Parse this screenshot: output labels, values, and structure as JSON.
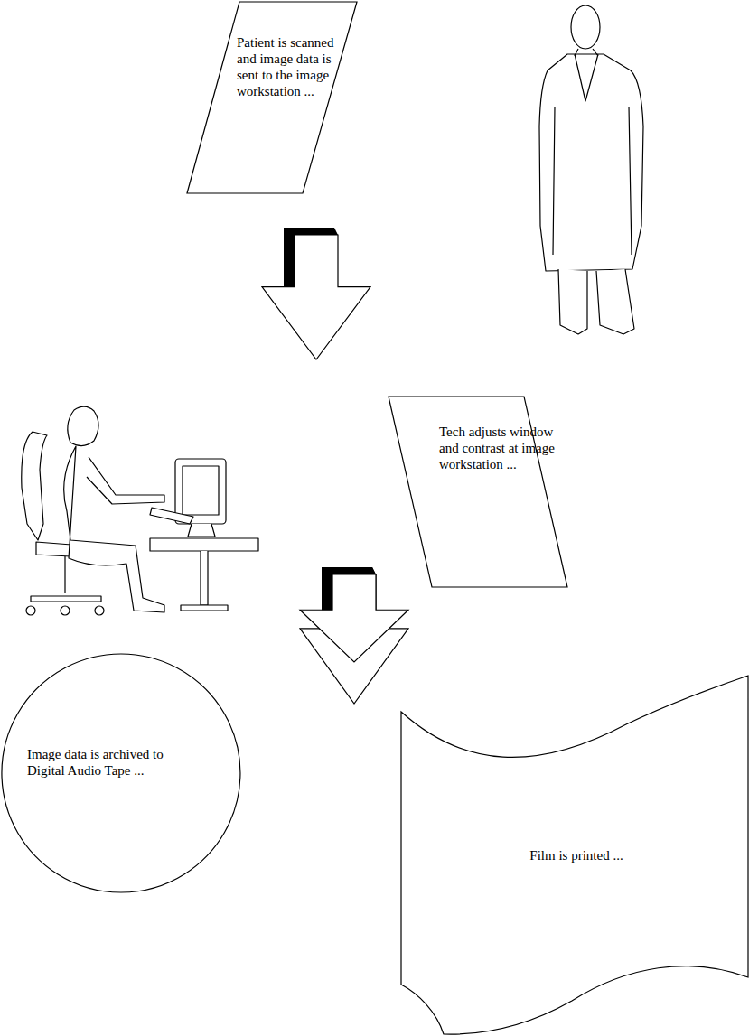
{
  "diagram": {
    "nodes": [
      {
        "text": [
          "Patient is scanned and image data is sent to the image workstation ..."
        ]
      },
      {
        "text": [
          "Tech adjusts window and contrast at image workstation ..."
        ]
      },
      {
        "text": [
          "Image data is archived to Digital Audio Tape ..."
        ]
      },
      {
        "text": [
          "Film is printed ..."
        ]
      }
    ],
    "edges": [
      {
        "from": 0,
        "to": 1,
        "arrow": "to"
      },
      {
        "from": 1,
        "to": 2,
        "arrow": "to"
      },
      {
        "from": 1,
        "to": 3,
        "arrow": "to"
      }
    ]
  }
}
